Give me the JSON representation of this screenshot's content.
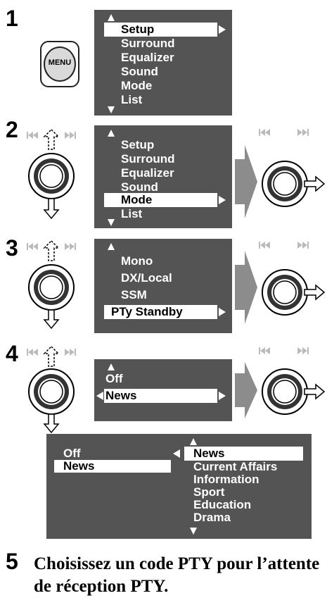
{
  "steps": {
    "s1": "1",
    "s2": "2",
    "s3": "3",
    "s4": "4",
    "s5": "5"
  },
  "menu_button": {
    "label": "MENU"
  },
  "menu1": {
    "items": [
      "Setup",
      "Surround",
      "Equalizer",
      "Sound",
      "Mode",
      "List"
    ],
    "selected": "Setup"
  },
  "menu2": {
    "items": [
      "Setup",
      "Surround",
      "Equalizer",
      "Sound",
      "Mode",
      "List"
    ],
    "selected": "Mode"
  },
  "menu3": {
    "items": [
      "Mono",
      "DX/Local",
      "SSM",
      "PTy Standby"
    ],
    "selected": "PTy Standby"
  },
  "menu4": {
    "items": [
      "Off",
      "News"
    ],
    "selected": "News"
  },
  "menu5": {
    "left_items": [
      "Off",
      "News"
    ],
    "right_items": [
      "News",
      "Current Affairs",
      "Information",
      "Sport",
      "Education",
      "Drama"
    ],
    "selected": "News"
  },
  "instruction": {
    "line1": "Choisissez un code PTY pour l’attente",
    "line2": "de réception PTY."
  },
  "colors": {
    "panel": "#545454",
    "knob_ring": "#333333",
    "arrow": "#8c8c8c"
  }
}
